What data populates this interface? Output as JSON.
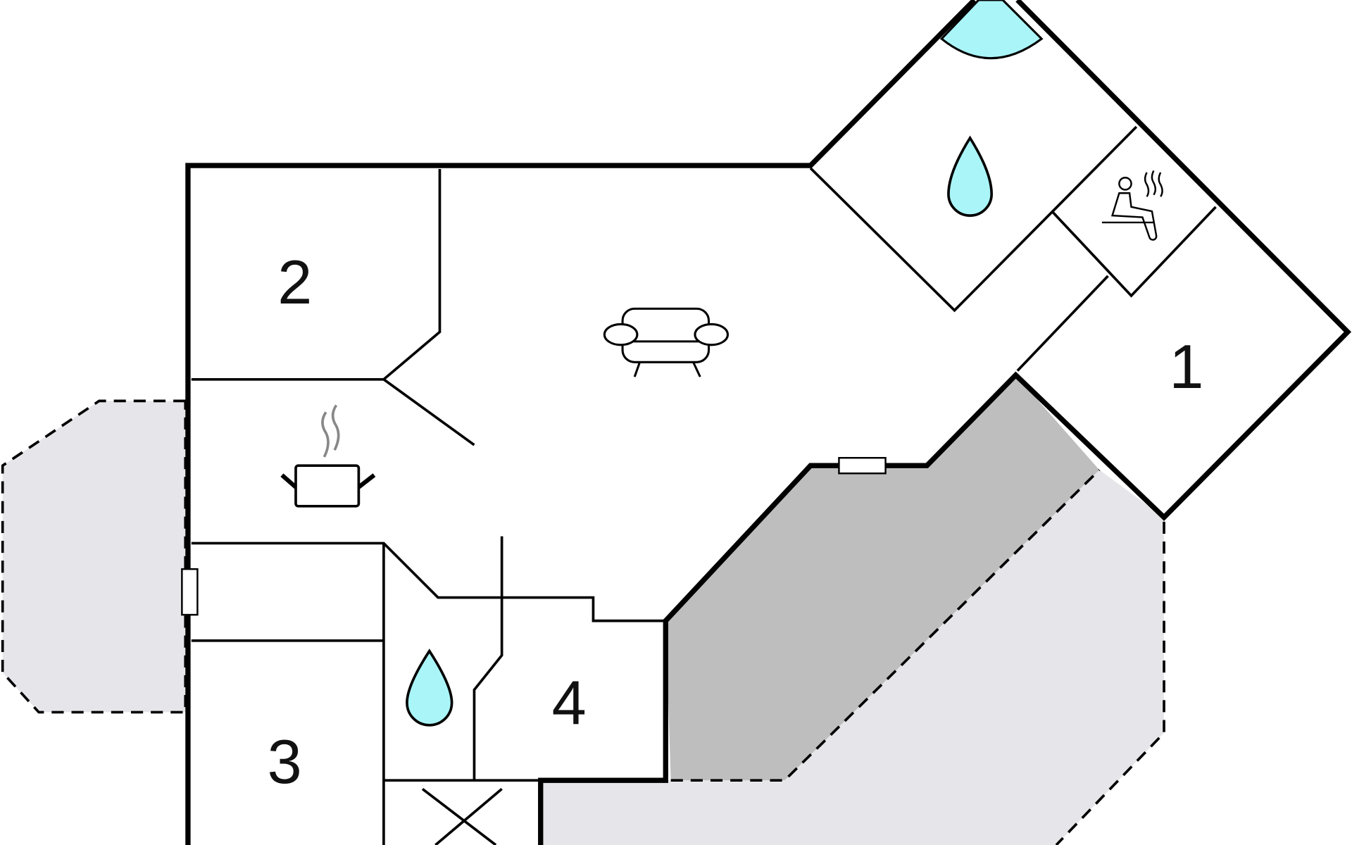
{
  "plan": {
    "rooms": [
      {
        "id": "room-1",
        "label": "1"
      },
      {
        "id": "room-2",
        "label": "2"
      },
      {
        "id": "room-3",
        "label": "3"
      },
      {
        "id": "room-4",
        "label": "4"
      }
    ],
    "icons": [
      "sofa-icon",
      "cooking-pot-icon",
      "water-drop-icon",
      "sauna-icon",
      "shower-icon",
      "window-icon"
    ],
    "colors": {
      "wall": "#000000",
      "water": "#aaf5f8",
      "terrace_covered": "#bebebf",
      "terrace_open": "#e6e6ea"
    }
  }
}
